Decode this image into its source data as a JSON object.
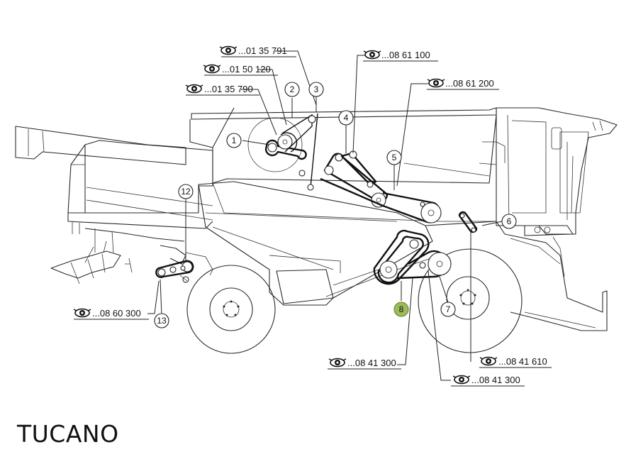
{
  "title": "TUCANO",
  "eye_icon": "eye-icon",
  "colors": {
    "highlight": "#9dbb5a",
    "line": "#222222"
  },
  "references": [
    {
      "id": "ref-01-35-791",
      "text": "...01 35 791"
    },
    {
      "id": "ref-01-50-120",
      "text": "...01 50 120"
    },
    {
      "id": "ref-01-35-790",
      "text": "...01 35 790"
    },
    {
      "id": "ref-08-61-100",
      "text": "...08 61 100"
    },
    {
      "id": "ref-08-61-200",
      "text": "...08 61 200"
    },
    {
      "id": "ref-08-60-300",
      "text": "...08 60 300"
    },
    {
      "id": "ref-08-41-300-a",
      "text": "...08 41 300"
    },
    {
      "id": "ref-08-41-610",
      "text": "...08 41 610"
    },
    {
      "id": "ref-08-41-300-b",
      "text": "...08 41 300"
    }
  ],
  "callouts": [
    {
      "label": "1",
      "highlighted": false
    },
    {
      "label": "2",
      "highlighted": false
    },
    {
      "label": "3",
      "highlighted": false
    },
    {
      "label": "4",
      "highlighted": false
    },
    {
      "label": "5",
      "highlighted": false
    },
    {
      "label": "6",
      "highlighted": false
    },
    {
      "label": "7",
      "highlighted": false
    },
    {
      "label": "8",
      "highlighted": true
    },
    {
      "label": "12",
      "highlighted": false
    },
    {
      "label": "13",
      "highlighted": false
    }
  ]
}
